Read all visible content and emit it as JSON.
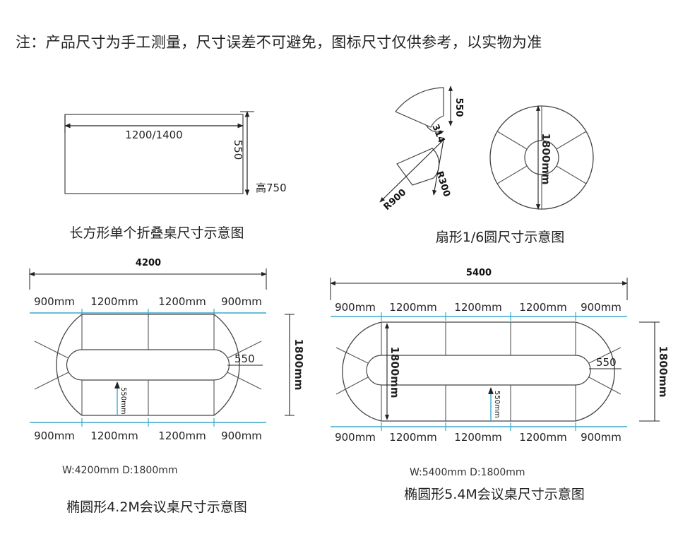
{
  "note": "注：产品尺寸为手工测量，尺寸误差不可避免，图标尺寸仅供参考，以实物为准",
  "rect_panel": {
    "width_label": "1200/1400",
    "depth_label": "550",
    "height_label": "高750",
    "caption": "长方形单个折叠桌尺寸示意图"
  },
  "sector_panel": {
    "depth_label": "550",
    "arc_label": "314",
    "inner_radius_label": "R300",
    "outer_radius_label": "R900",
    "diameter_label": "1800mm",
    "caption": "扇形1/6圆尺寸示意图"
  },
  "oval_42": {
    "total_label": "4200",
    "seg_labels": [
      "900mm",
      "1200mm",
      "1200mm",
      "900mm"
    ],
    "depth_label": "1800mm",
    "radius_label": "550",
    "inner_label": "550mm",
    "spec_label": "W:4200mm  D:1800mm",
    "caption": "椭圆形4.2M会议桌尺寸示意图"
  },
  "oval_54": {
    "total_label": "5400",
    "seg_labels": [
      "900mm",
      "1200mm",
      "1200mm",
      "1200mm",
      "900mm"
    ],
    "depth_label": "1800mm",
    "inner_depth_label": "1800mm",
    "radius_label": "550",
    "inner_label": "550mm",
    "spec_label": "W:5400mm  D:1800mm",
    "caption": "椭圆形5.4M会议桌尺寸示意图"
  },
  "colors": {
    "line": "#333333",
    "dim": "#222222",
    "accent": "#3aa9c9"
  }
}
